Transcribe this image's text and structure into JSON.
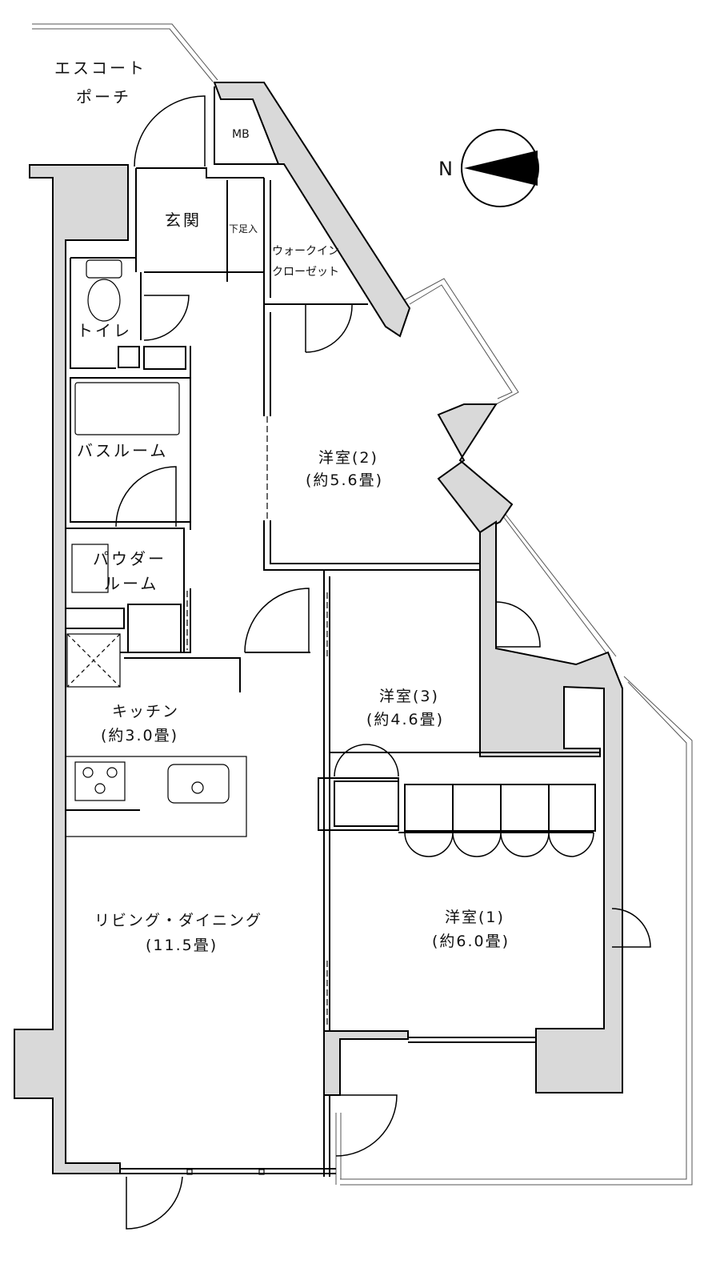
{
  "rooms": {
    "escort_porch": [
      "エスコート",
      "ポーチ"
    ],
    "mb": "MB",
    "entrance": "玄関",
    "shoe_storage": "下足入",
    "walk_in_closet": [
      "ウォークイン",
      "クローゼット"
    ],
    "toilet": "トイレ",
    "bathroom": "バスルーム",
    "powder_room": [
      "パウダー",
      "ルーム"
    ],
    "western_room_2": {
      "name": "洋室(2)",
      "size": "(約5.6畳)"
    },
    "western_room_3": {
      "name": "洋室(3)",
      "size": "(約4.6畳)"
    },
    "western_room_1": {
      "name": "洋室(1)",
      "size": "(約6.0畳)"
    },
    "kitchen": {
      "name": "キッチン",
      "size": "(約3.0畳)"
    },
    "living_dining": {
      "name": "リビング・ダイニング",
      "size": "(11.5畳)"
    }
  },
  "compass": {
    "label": "N"
  }
}
